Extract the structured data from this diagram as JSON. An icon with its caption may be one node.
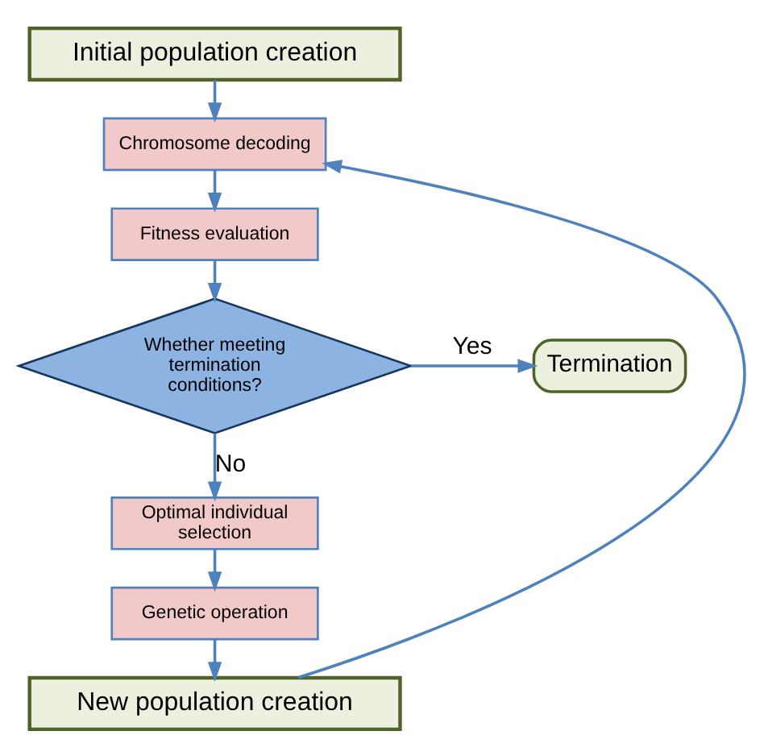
{
  "diagram": {
    "nodes": [
      {
        "text": [
          "Initial population creation"
        ]
      },
      {
        "text": [
          "Chromosome decoding"
        ]
      },
      {
        "text": [
          "Fitness evaluation"
        ]
      },
      {
        "text": [
          "Whether meeting termination conditions?"
        ]
      },
      {
        "text": [
          "Termination"
        ]
      },
      {
        "text": [
          "Optimal individual selection"
        ]
      },
      {
        "text": [
          "Genetic operation"
        ]
      },
      {
        "text": [
          "New population creation"
        ]
      }
    ],
    "edges": [
      {
        "from": 0,
        "to": 1,
        "arrow": "to"
      },
      {
        "from": 1,
        "to": 2,
        "arrow": "to"
      },
      {
        "from": 2,
        "to": 3,
        "arrow": "to"
      },
      {
        "from": 3,
        "to": 4,
        "arrow": "to",
        "label": "Yes"
      },
      {
        "from": 3,
        "to": 5,
        "arrow": "to",
        "label": "No"
      },
      {
        "from": 5,
        "to": 6,
        "arrow": "to"
      },
      {
        "from": 6,
        "to": 7,
        "arrow": "to"
      },
      {
        "from": 7,
        "to": 1,
        "arrow": "to"
      }
    ]
  }
}
